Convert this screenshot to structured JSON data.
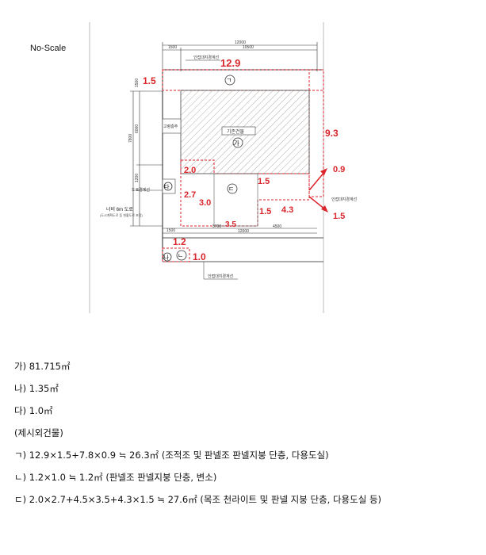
{
  "label_noscale": "No-Scale",
  "top_total_dim": "12000",
  "top_left_dim": "1500",
  "top_right_dim": "10500",
  "left_dim_1": "1500",
  "left_dim_2": "6000",
  "left_dim_3": "1200",
  "left_dim_4": "7800",
  "bottom_dims": [
    "1500",
    "3700",
    "4500"
  ],
  "bottom_total_dim": "12000",
  "note_top": "인접대지경계선",
  "note_right": "인접대지경계선",
  "note_bottom": "인접대지경계선",
  "note_left_small": "도로경계선",
  "road_label": "너비 6m 도로",
  "road_sub": "(도시계획도로 등 현황도로 포함)",
  "room_left_label": "고령층주",
  "main_building_label": "기존건물",
  "circle_ga": "가",
  "circle_na": "ㄱ",
  "circle_da": "ㄷ",
  "circle_na2": "나",
  "circle_da2": "다",
  "circle_nieun": "ㄴ",
  "red_dims": {
    "d12_9": "12.9",
    "d1_5_left": "1.5",
    "d9_3": "9.3",
    "d0_9": "0.9",
    "d1_5_right": "1.5",
    "d2_0": "2.0",
    "d2_7": "2.7",
    "d3_0": "3.0",
    "d1_5_mid": "1.5",
    "d1_5_low": "1.5",
    "d4_3": "4.3",
    "d3_5": "3.5",
    "d1_2": "1.2",
    "d1_0": "1.0"
  },
  "legend": {
    "ga": "가) 81.715㎡",
    "na": "나) 1.35㎡",
    "da": "다) 1.0㎡",
    "heading": "(제시외건물)",
    "g": "ㄱ) 12.9×1.5+7.8×0.9 ≒ 26.3㎡ (조적조 및 판넬조 판넬지붕 단층, 다용도실)",
    "n": "ㄴ) 1.2×1.0 ≒ 1.2㎡ (판넬조 판넬지붕 단층, 변소)",
    "d": "ㄷ) 2.0×2.7+4.5×3.5+4.3×1.5 ≒ 27.6㎡ (목조 천라이트 및 판넬 지붕 단층, 다용도실 등)"
  },
  "colors": {
    "accent_red": "#d9262c",
    "line_dark": "#222222",
    "hatch": "#9a9a9a"
  }
}
